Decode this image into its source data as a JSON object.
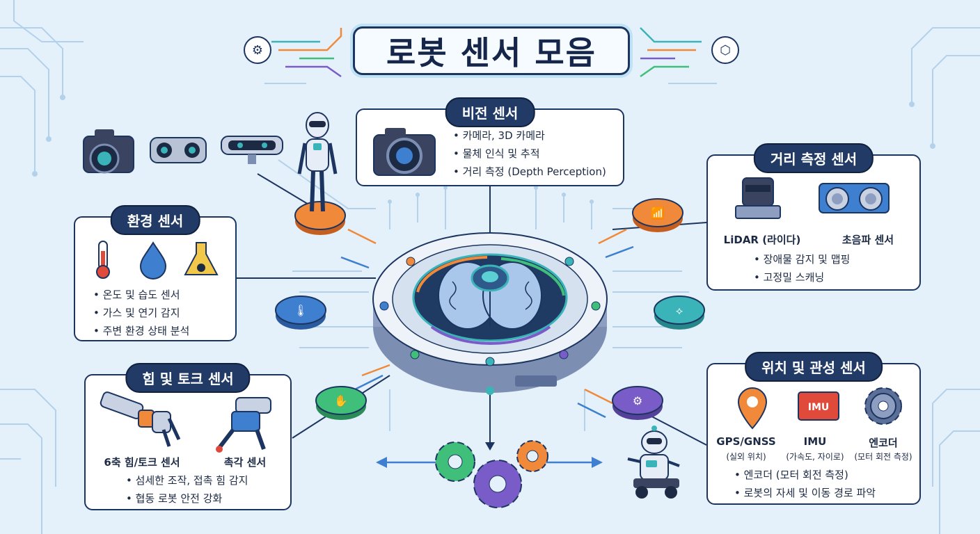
{
  "title": "로봇 센서 모음",
  "vision": {
    "heading": "비전 센서",
    "bullets": [
      "카메라, 3D 카메라",
      "물체 인식 및 추적",
      "거리 측정 (Depth Perception)"
    ]
  },
  "environment": {
    "heading": "환경 센서",
    "bullets": [
      "온도 및 습도 센서",
      "가스 및 연기 감지",
      "주변 환경 상태 분석"
    ]
  },
  "distance": {
    "heading": "거리 측정 센서",
    "items": [
      {
        "label": "LiDAR (라이다)"
      },
      {
        "label": "초음파 센서"
      }
    ],
    "bullets": [
      "장애물 감지 및 맵핑",
      "고정밀 스캐닝"
    ]
  },
  "force": {
    "heading": "힘 및 토크 센서",
    "items": [
      {
        "label": "6축 힘/토크 센서"
      },
      {
        "label": "촉각 센서"
      }
    ],
    "bullets": [
      "섬세한 조작, 접촉 힘 감지",
      "협동 로봇 안전 강화"
    ]
  },
  "position": {
    "heading": "위치 및 관성 센서",
    "items": [
      {
        "label": "GPS/GNSS",
        "sub": "(실외 위치)"
      },
      {
        "label": "IMU",
        "sub": "(가속도, 자이로)",
        "chip": "IMU"
      },
      {
        "label": "엔코더",
        "sub": "(모터 회전 측정)"
      }
    ],
    "bullets": [
      "엔코더 (모터 회전 측정)",
      "로봇의 자세 및 이동 경로 파악"
    ]
  },
  "colors": {
    "navy": "#1c3460",
    "orange": "#f08a3a",
    "blue": "#3f7fcf",
    "teal": "#3ab4b8",
    "green": "#3fbf7a",
    "purple": "#7a5cc8",
    "circuit": "#aac9e4"
  },
  "icons": [
    "camera-icon",
    "stereo-camera-icon",
    "depth-camera-icon",
    "humanoid-robot-icon",
    "thermometer-icon",
    "water-drop-icon",
    "gas-flask-icon",
    "lidar-icon",
    "ultrasonic-sensor-icon",
    "robot-arm-icon",
    "tactile-gripper-icon",
    "gps-pin-icon",
    "imu-chip-icon",
    "encoder-gear-icon",
    "wheeled-robot-icon",
    "brain-icon",
    "wifi-icon",
    "gear-icon"
  ]
}
